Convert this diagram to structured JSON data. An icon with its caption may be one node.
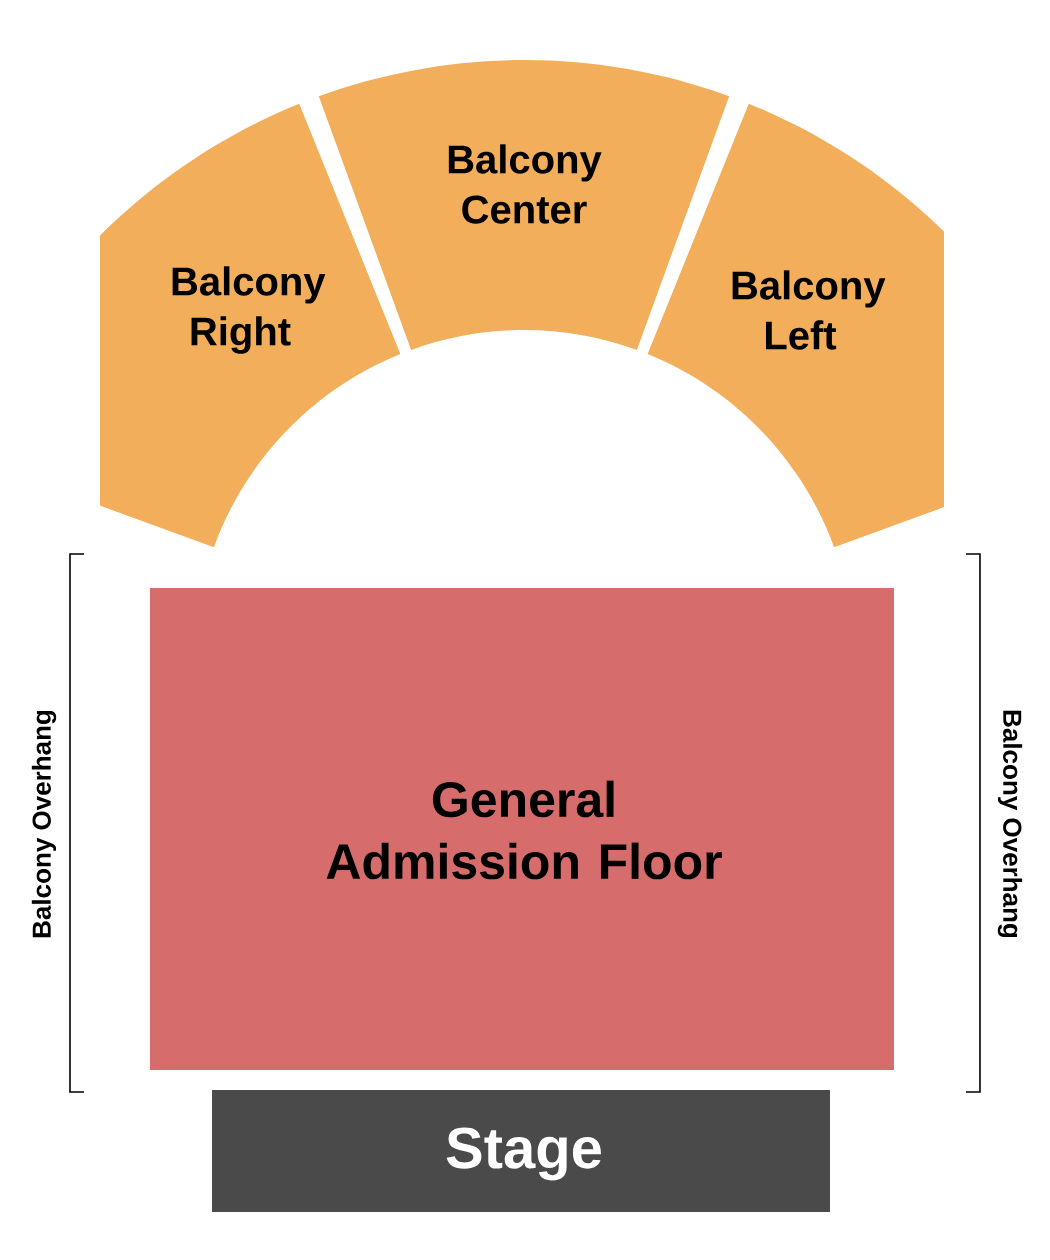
{
  "diagram": {
    "nodes": [
      {
        "text": [
          "Balcony Right"
        ]
      },
      {
        "text": [
          "Balcony Center"
        ]
      },
      {
        "text": [
          "Balcony Left"
        ]
      },
      {
        "text": [
          "General Admission Floor"
        ]
      },
      {
        "text": [
          "Stage"
        ]
      }
    ],
    "labels": [
      "Balcony Overhang",
      "Balcony Overhang"
    ]
  }
}
